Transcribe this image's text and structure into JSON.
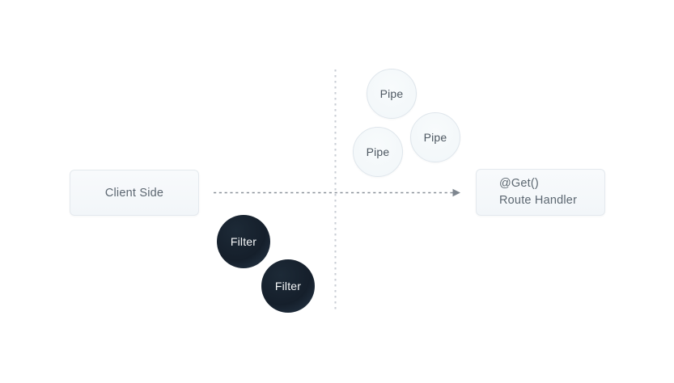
{
  "diagram": {
    "client_box": {
      "label": "Client Side"
    },
    "route_box": {
      "lines": [
        "@Get()",
        "Route Handler"
      ]
    },
    "pipes": [
      {
        "label": "Pipe"
      },
      {
        "label": "Pipe"
      },
      {
        "label": "Pipe"
      }
    ],
    "filters": [
      {
        "label": "Filter"
      },
      {
        "label": "Filter"
      }
    ],
    "colors": {
      "background": "#ffffff",
      "box_fill": "#f6f9fb",
      "box_border": "#e4e9ee",
      "box_text": "#5c6771",
      "pipe_fill": "#f4f8fa",
      "pipe_border": "#dfe6ec",
      "pipe_text": "#4d5761",
      "filter_fill": "#16222e",
      "filter_text": "#f7f9fa",
      "flow_arrow": "#8a9199",
      "divider_line": "#c9ced5"
    }
  }
}
